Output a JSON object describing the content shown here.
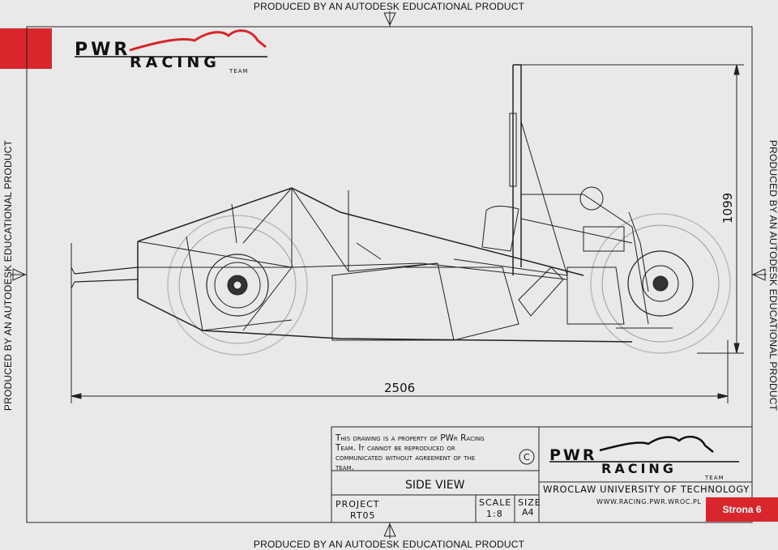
{
  "watermark": "PRODUCED BY AN AUTODESK EDUCATIONAL PRODUCT",
  "header_logo": {
    "line1": "PWR",
    "line2": "RACING",
    "line3": "TEAM"
  },
  "dimensions": {
    "length": "2506",
    "height": "1099"
  },
  "title_block": {
    "notice_lines": [
      "This drawing is a property of PWr Racing",
      "Team. It cannot be reproduced or",
      "communicated without agreement of the",
      "team."
    ],
    "copyright_symbol": "C",
    "view_title": "SIDE VIEW",
    "project_label": "PROJECT",
    "project_value": "RT05",
    "scale_label": "SCALE",
    "scale_value": "1:8",
    "size_label": "SIZE",
    "size_value": "A4",
    "university": "WROCLAW UNIVERSITY OF TECHNOLOGY",
    "website": "WWW.RACING.PWR.WROC.PL"
  },
  "page_label": "Strona 6",
  "colors": {
    "accent_red": "#d8262c",
    "line": "#1a1a1a",
    "paper": "#e9e9e9"
  }
}
